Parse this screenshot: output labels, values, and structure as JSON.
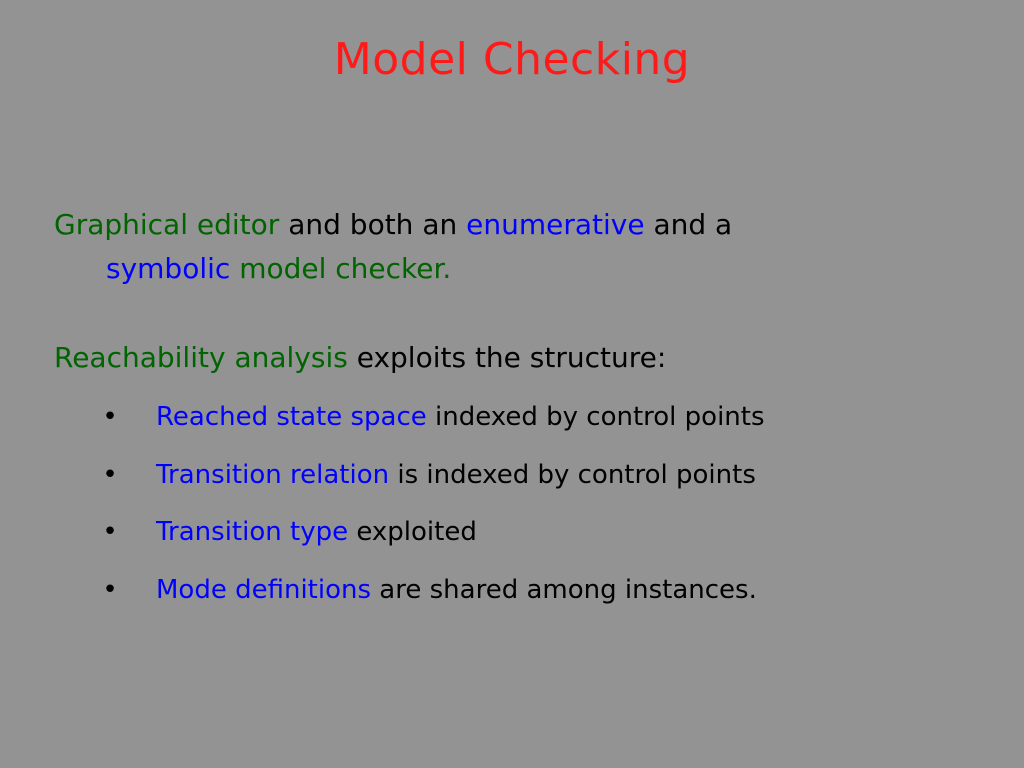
{
  "title": "Model Checking",
  "colors": {
    "background": "#939393",
    "title": "#ff1a1a",
    "green": "#006400",
    "blue": "#0000ff",
    "text": "#000000"
  },
  "paragraph1": {
    "part1": "Graphical editor",
    "part2": " and both an ",
    "part3": "enumerative",
    "part4": " and a",
    "part5": "symbolic",
    "part6": " model checker."
  },
  "paragraph2": {
    "part1": "Reachability analysis",
    "part2": " exploits the structure:"
  },
  "bullet_glyph": "•",
  "bullets": [
    {
      "highlight": "Reached state space",
      "rest": " indexed by control points"
    },
    {
      "highlight": "Transition relation",
      "rest": " is indexed by control points"
    },
    {
      "highlight": "Transition type",
      "rest": " exploited"
    },
    {
      "highlight": "Mode definitions",
      "rest": " are shared among instances."
    }
  ]
}
